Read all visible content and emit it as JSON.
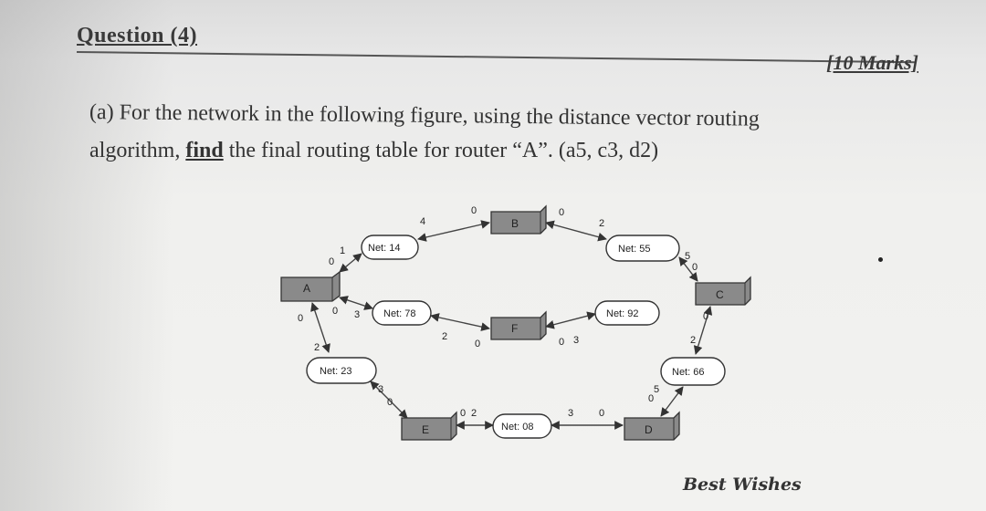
{
  "header": {
    "question_title": "Question (4)",
    "marks": "[10 Marks]"
  },
  "question": {
    "line1": "(a) For the network in the following figure, using the distance vector routing",
    "line2_pre": "algorithm, ",
    "line2_keyword": "find",
    "line2_post": " the final routing table for router “A”. (a5, c3, d2)"
  },
  "figure": {
    "routers": {
      "a": "A",
      "b": "B",
      "c": "C",
      "d": "D",
      "e": "E",
      "f": "F"
    },
    "networks": {
      "net14": "Net: 14",
      "net55": "Net: 55",
      "net78": "Net: 78",
      "net92": "Net: 92",
      "net23": "Net: 23",
      "net66": "Net: 66",
      "net08": "Net: 08"
    },
    "costs": {
      "a_net14_a": "0",
      "a_net14_n": "1",
      "net14_b": "4",
      "b_net14": "0",
      "b_net55": "0",
      "net55_b": "2",
      "net55_c_n": "5",
      "net55_c_c": "0",
      "a_net78_a": "0",
      "a_net78_n": "3",
      "net78_f": "2",
      "f_net78": "0",
      "f_net92": "0",
      "net92_f": "3",
      "a_net23_a": "0",
      "a_net23_n": "2",
      "net23_e_n": "3",
      "net23_e_e": "0",
      "c_net66_c": "0",
      "c_net66_n": "2",
      "e_net08_e": "0",
      "e_net08_n": "2",
      "net08_d_n": "3",
      "net08_d_d": "0",
      "d_net66_d": "0",
      "d_net66_n": "5"
    }
  },
  "footer": {
    "wishes": "Best Wishes"
  }
}
